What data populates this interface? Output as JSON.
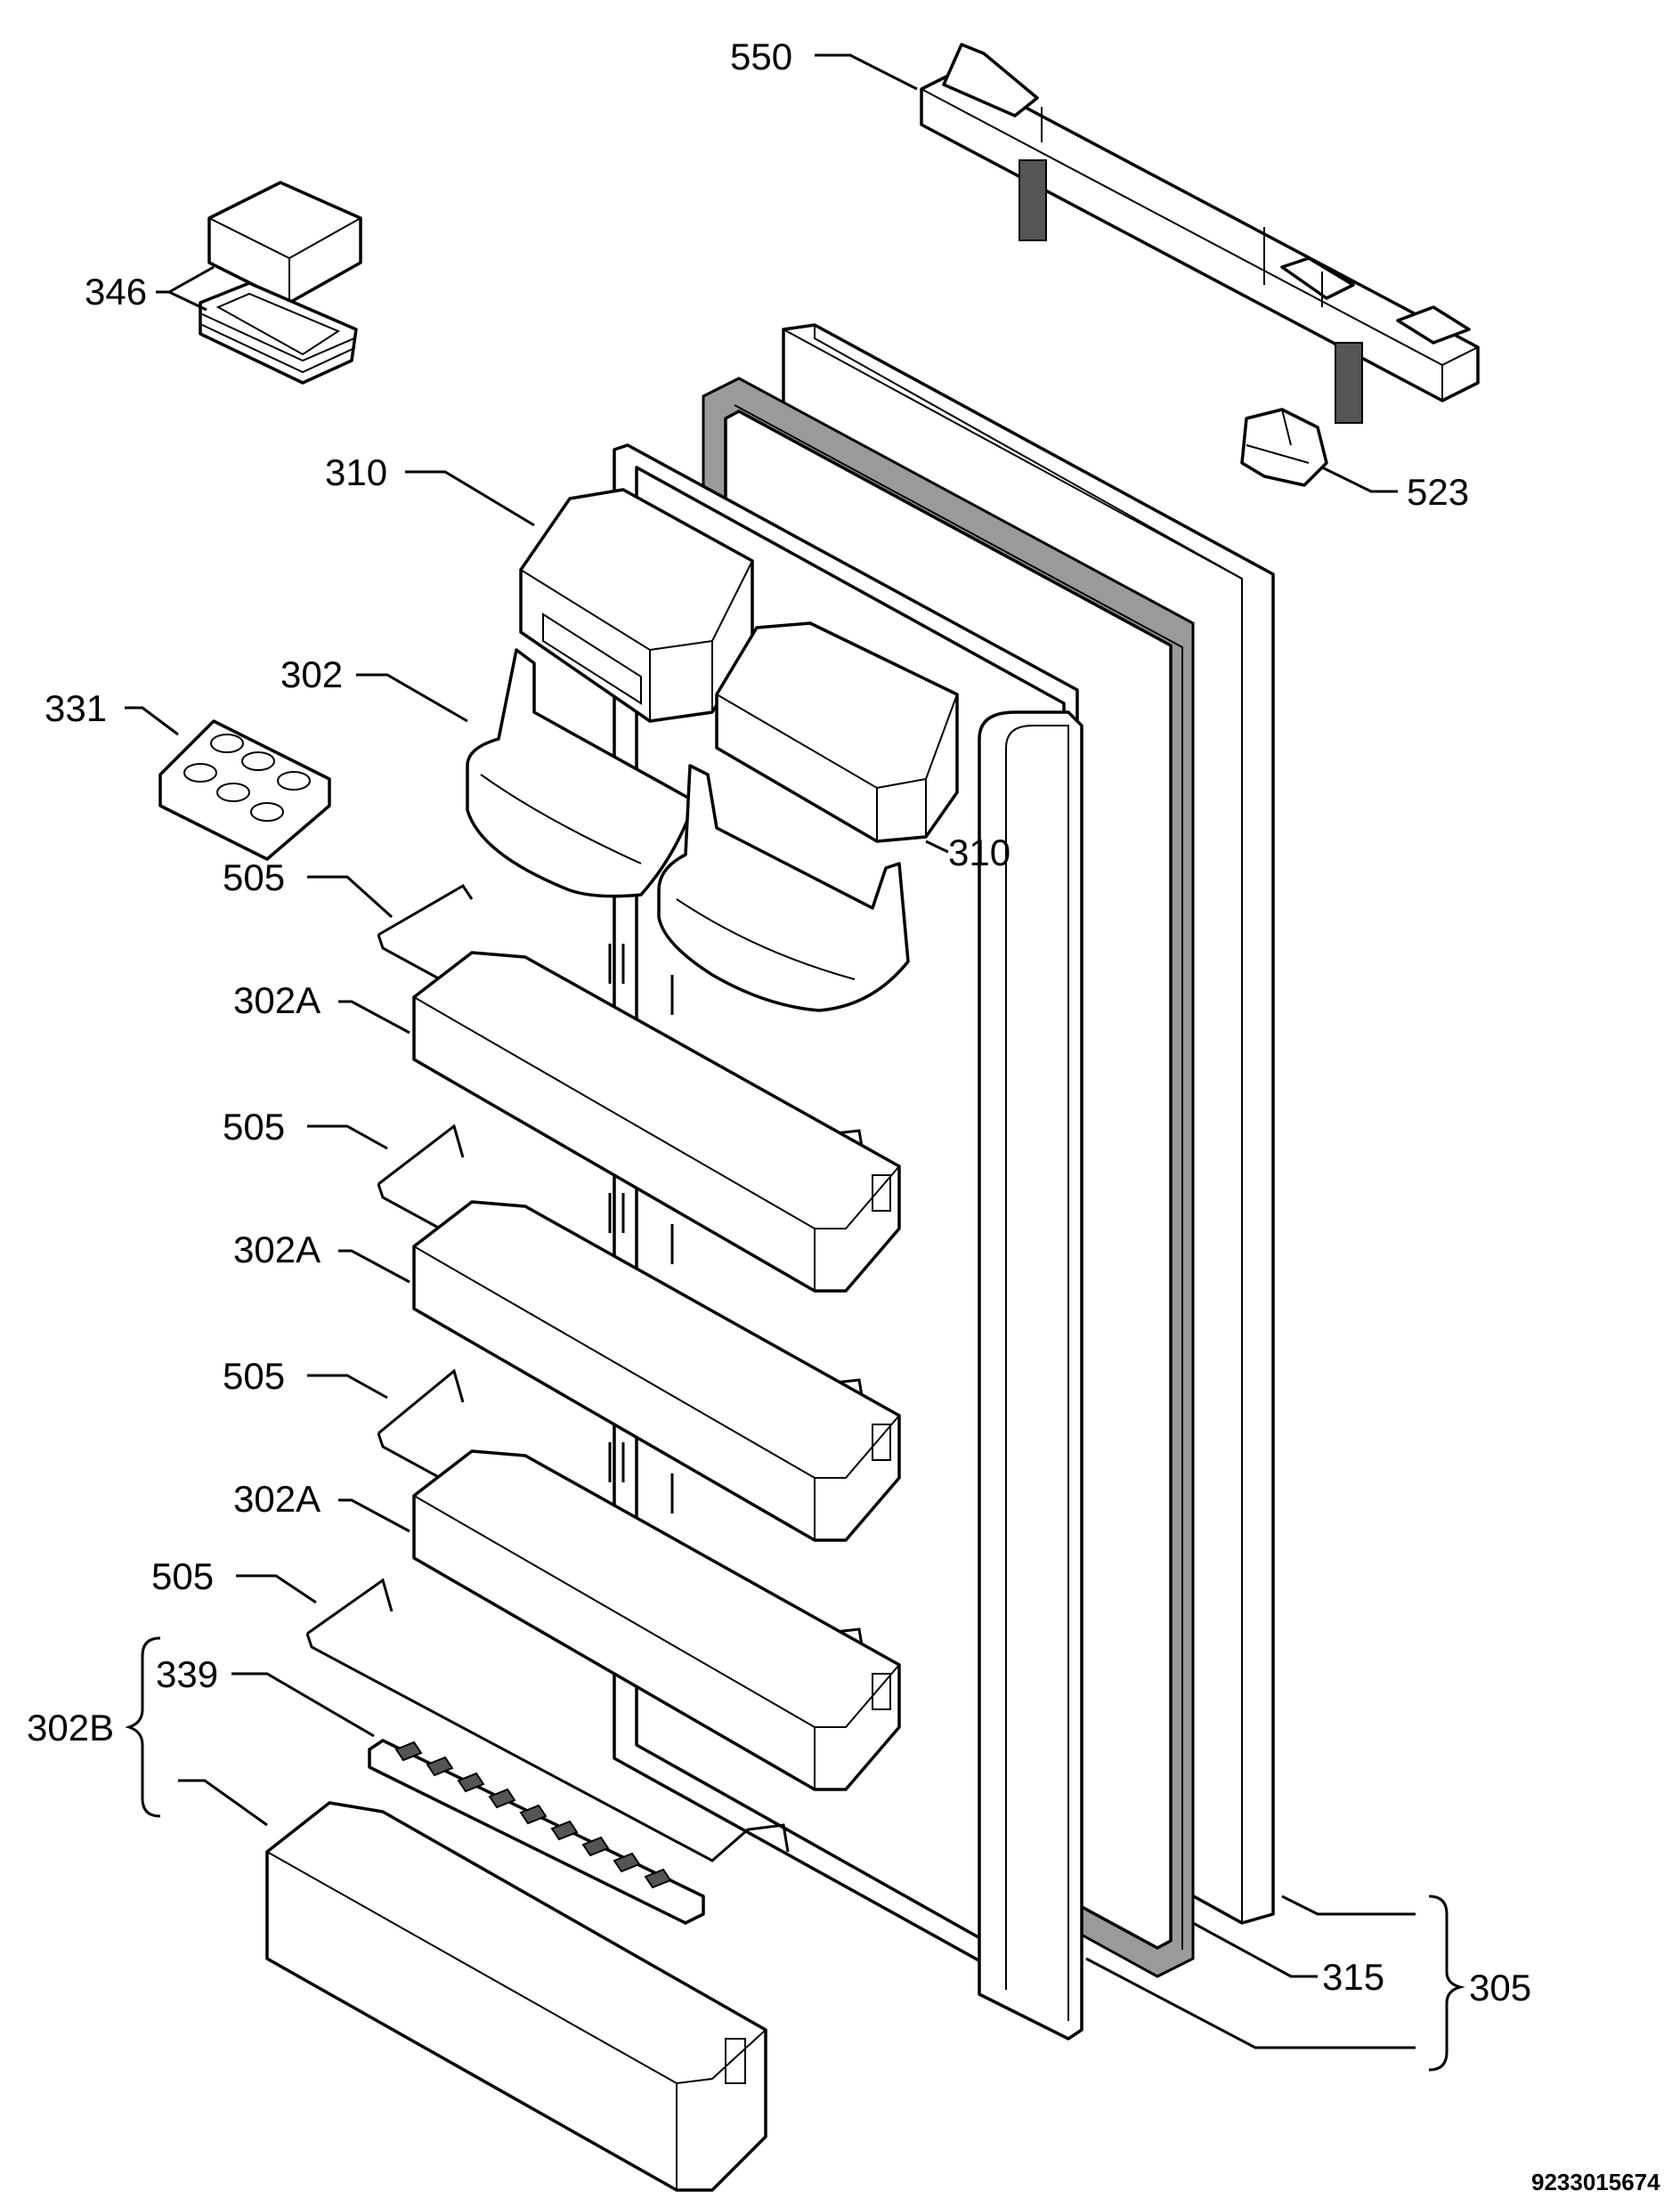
{
  "labels": {
    "l550": "550",
    "l346": "346",
    "l523": "523",
    "l310a": "310",
    "l310b": "310",
    "l302": "302",
    "l331": "331",
    "l505a": "505",
    "l302a1": "302A",
    "l505b": "505",
    "l302a2": "302A",
    "l505c": "505",
    "l302a3": "302A",
    "l505d": "505",
    "l339": "339",
    "l302b": "302B",
    "l315": "315",
    "l305": "305"
  },
  "drawing_number": "9233015674"
}
